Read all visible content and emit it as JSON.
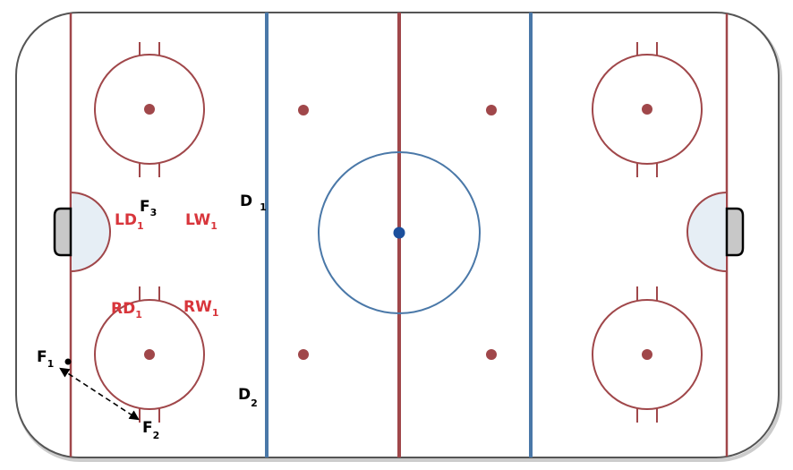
{
  "diagram": {
    "rink": {
      "board_color": "#555555",
      "ice_color": "#ffffff",
      "red_line_color": "#a0474a",
      "blue_line_color": "#4a78a8",
      "crease_fill": "#e6eef5",
      "net_fill": "#c8c8c8",
      "dot_color": "#a0474a",
      "center_dot_color": "#1c4f9c"
    },
    "players": {
      "ld": {
        "text": "LD",
        "sub": "1"
      },
      "lw": {
        "text": "LW",
        "sub": "1"
      },
      "rd": {
        "text": "RD",
        "sub": "1"
      },
      "rw": {
        "text": "RW",
        "sub": "1"
      },
      "f1": {
        "text": "F",
        "sub": "1"
      },
      "f2": {
        "text": "F",
        "sub": "2"
      },
      "f3": {
        "text": "F",
        "sub": "3"
      },
      "d1": {
        "text": "D",
        "sub": "1"
      },
      "d2": {
        "text": "D",
        "sub": "2"
      }
    },
    "colors": {
      "opponent_labels": "#d8353b",
      "team_labels": "#000000"
    }
  }
}
